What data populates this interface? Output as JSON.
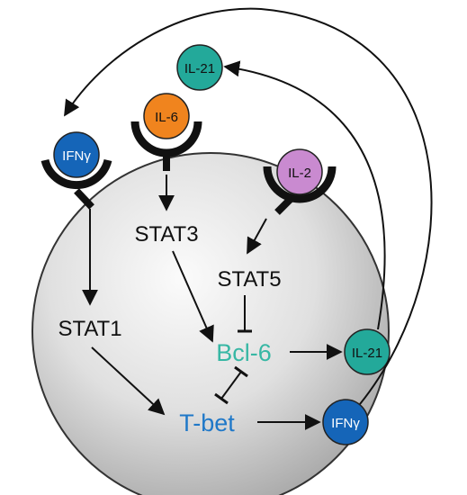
{
  "colors": {
    "ifng": "#1565b8",
    "il6": "#f0841e",
    "il2": "#c98ad0",
    "il21": "#23a99a",
    "bcl6_text": "#37b7a4",
    "tbet_text": "#1f78c8",
    "receptor": "#111111",
    "cell_border": "#333333",
    "arrow": "#111111"
  },
  "diagram": {
    "ligands": {
      "ifng_top": "IFNγ",
      "il6": "IL-6",
      "il2": "IL-2",
      "il21_top": "IL-21",
      "il21_right": "IL-21",
      "ifng_right": "IFNγ"
    },
    "nodes": {
      "stat3": "STAT3",
      "stat5": "STAT5",
      "stat1": "STAT1",
      "bcl6": "Bcl-6",
      "tbet": "T-bet"
    }
  }
}
